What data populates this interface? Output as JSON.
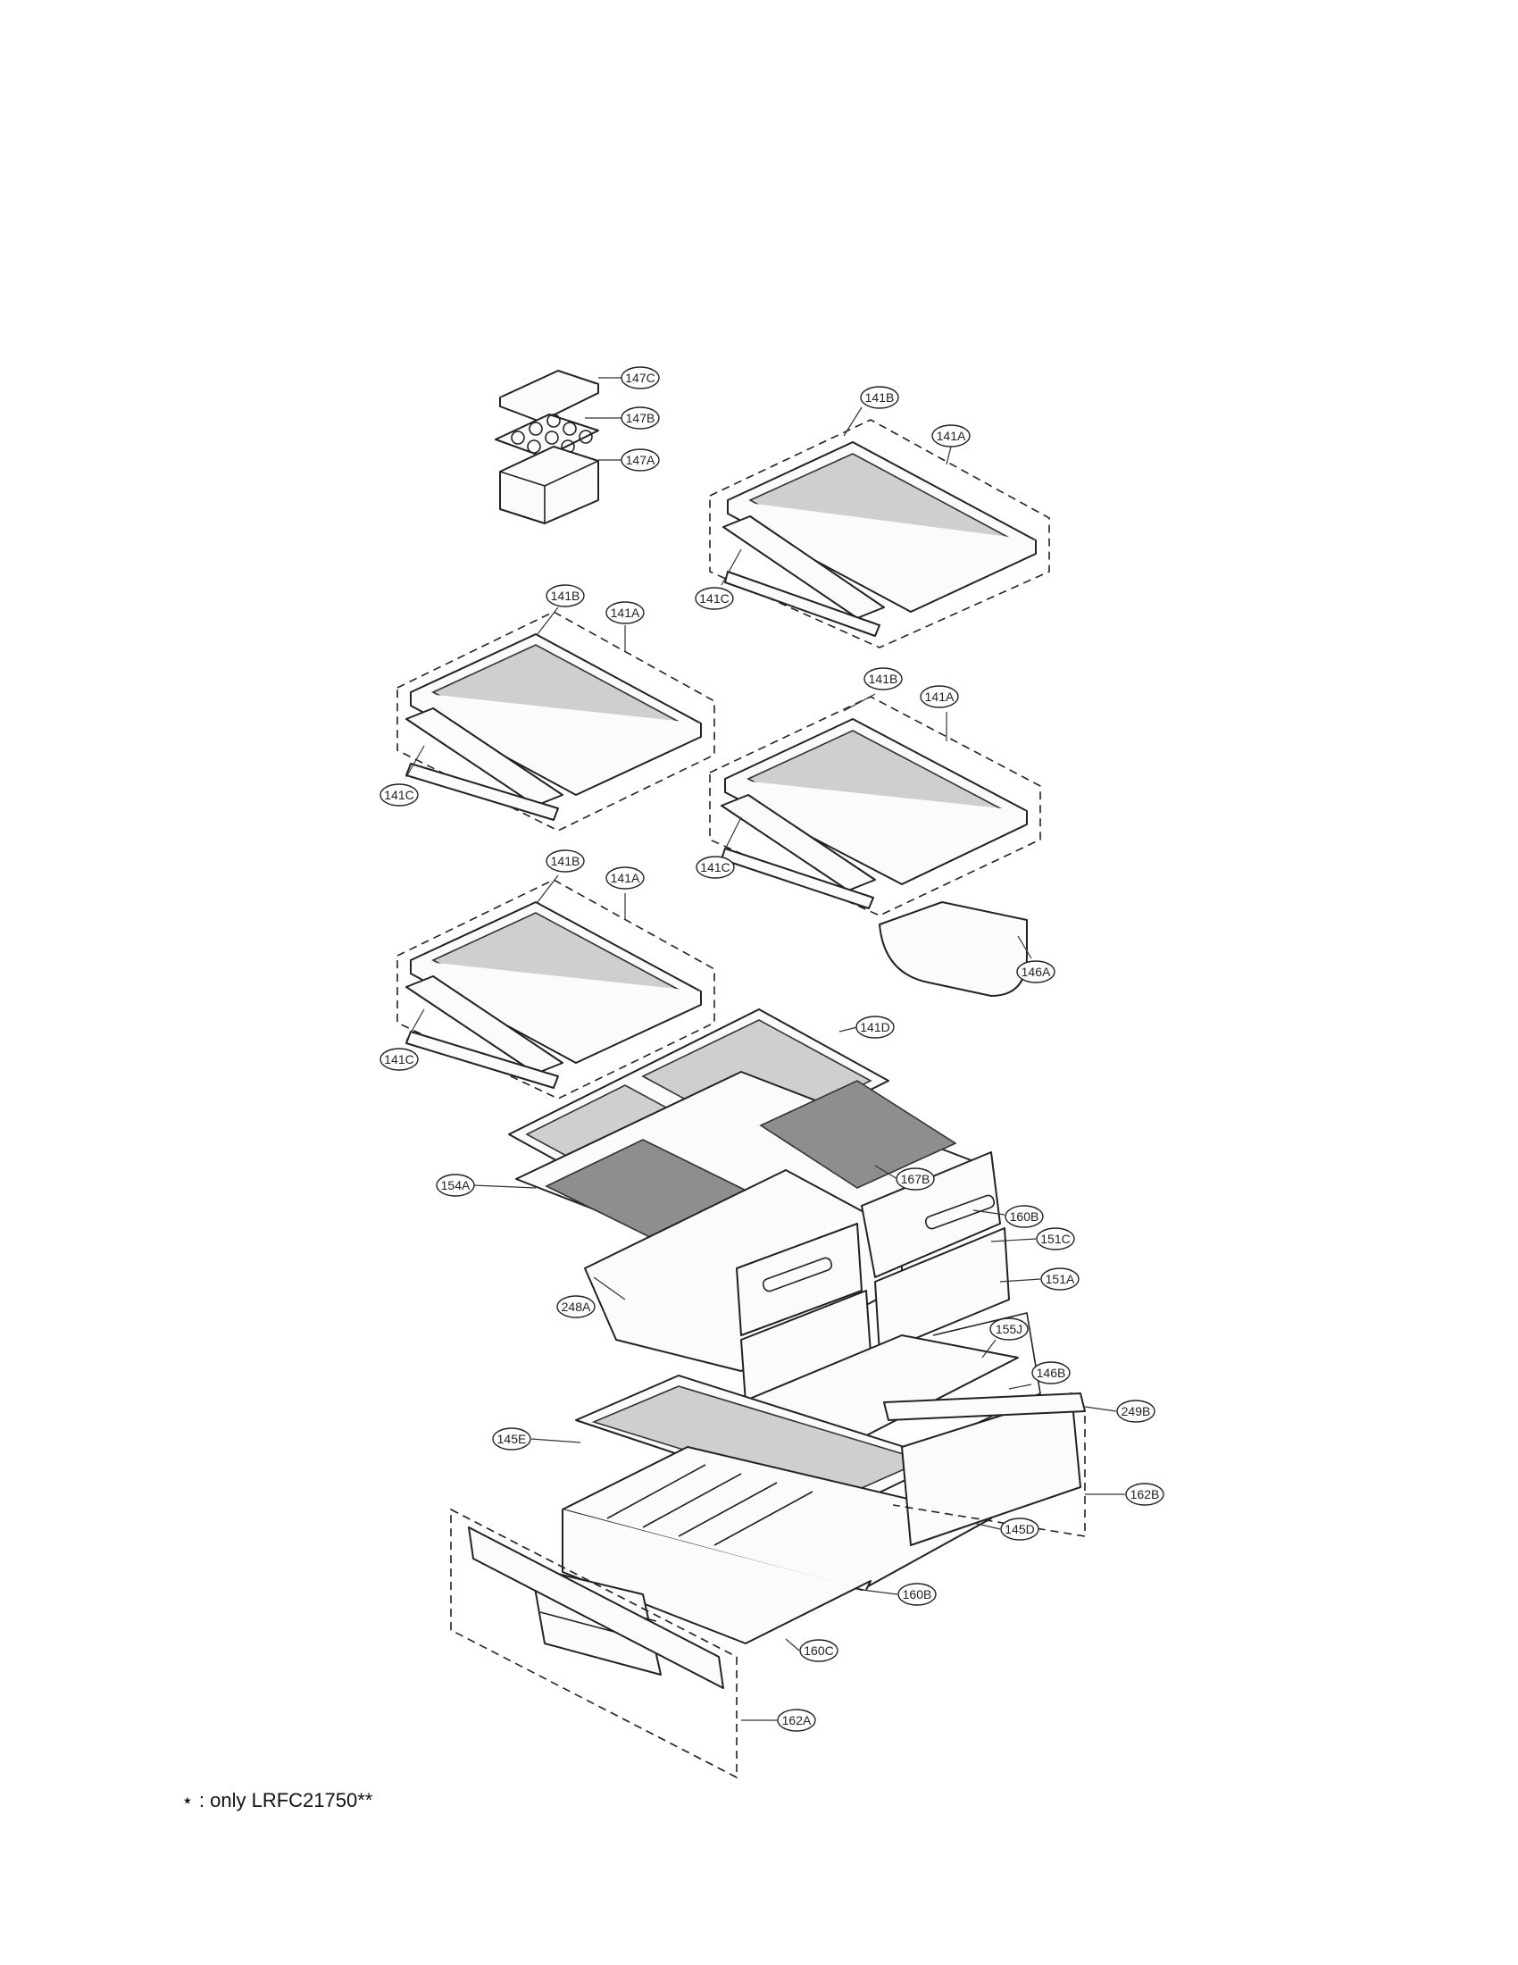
{
  "callouts": {
    "c147C": "147C",
    "c147B": "147B",
    "c147A": "147A",
    "c141B_1": "141B",
    "c141A_1": "141A",
    "c141C_1": "141C",
    "c141B_2": "141B",
    "c141A_2": "141A",
    "c141C_2": "141C",
    "c141B_3": "141B",
    "c141A_3": "141A",
    "c141C_3": "141C",
    "c146A": "146A",
    "c141B_4": "141B",
    "c141A_4": "141A",
    "c141C_4": "141C",
    "c141D": "141D",
    "c154A": "154A",
    "c167B": "167B",
    "c160B_1": "160B",
    "c151C": "151C",
    "c151A": "151A",
    "c248A": "248A",
    "c155J": "155J",
    "c146B": "146B",
    "c249B": "249B",
    "c145E": "145E",
    "c162B": "162B",
    "c145D": "145D",
    "c160B_2": "160B",
    "c160C": "160C",
    "c162A": "162A"
  },
  "footnote": "⋆ : only LRFC21750**"
}
